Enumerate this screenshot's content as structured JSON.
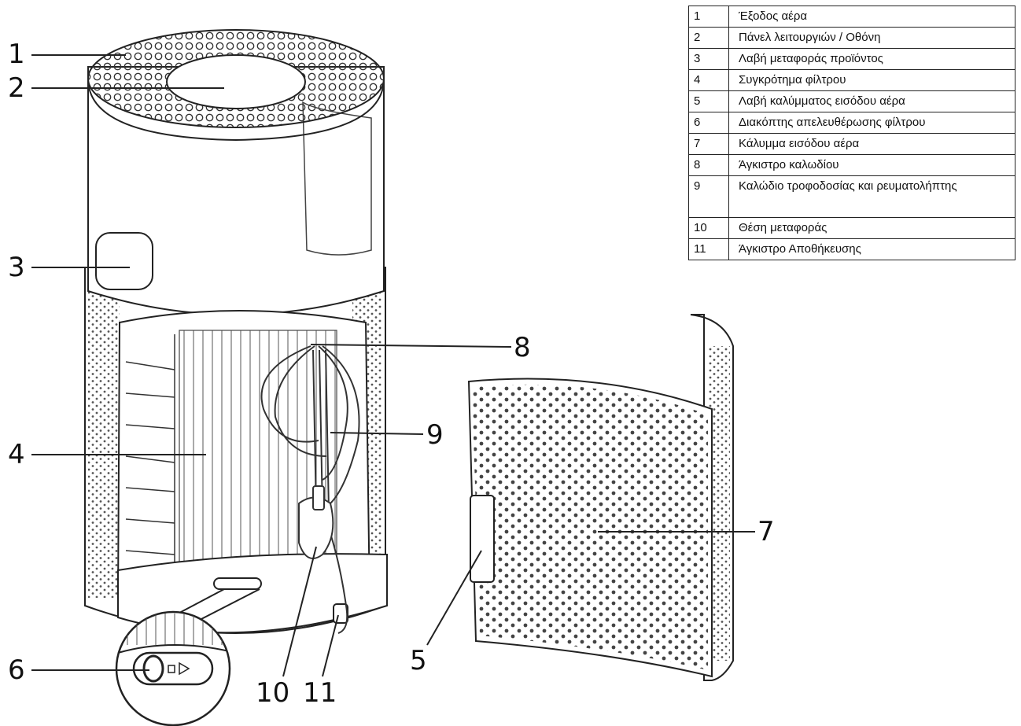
{
  "callouts": [
    "1",
    "2",
    "3",
    "4",
    "5",
    "6",
    "7",
    "8",
    "9",
    "10",
    "11"
  ],
  "legend": [
    {
      "num": "1",
      "text": "Έξοδος αέρα"
    },
    {
      "num": "2",
      "text": "Πάνελ λειτουργιών / Οθόνη"
    },
    {
      "num": "3",
      "text": "Λαβή μεταφοράς προϊόντος"
    },
    {
      "num": "4",
      "text": "Συγκρότημα φίλτρου"
    },
    {
      "num": "5",
      "text": "Λαβή καλύμματος εισόδου αέρα"
    },
    {
      "num": "6",
      "text": "Διακόπτης απελευθέρωσης φίλτρου"
    },
    {
      "num": "7",
      "text": "Κάλυμμα εισόδου αέρα"
    },
    {
      "num": "8",
      "text": "Άγκιστρο καλωδίου"
    },
    {
      "num": "9",
      "text": "Καλώδιο τροφοδοσίας και ρευματολήπτης"
    },
    {
      "num": "10",
      "text": "Θέση μεταφοράς"
    },
    {
      "num": "11",
      "text": "Άγκιστρο Αποθήκευσης"
    }
  ]
}
